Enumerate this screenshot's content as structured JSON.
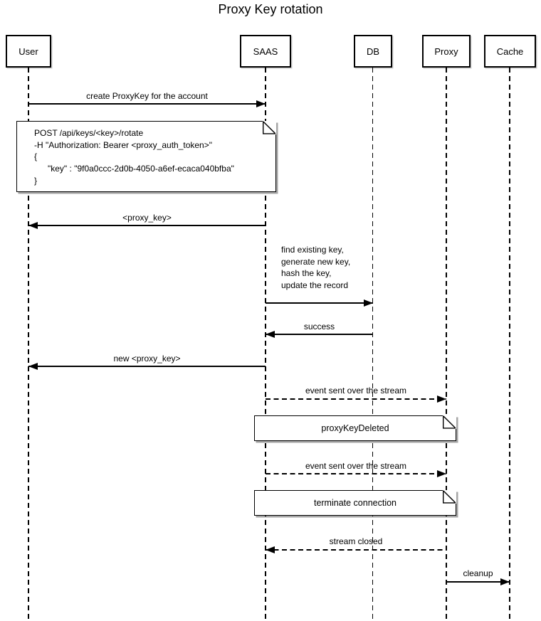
{
  "title": "Proxy Key rotation",
  "colors": {
    "line": "#000000",
    "background": "#ffffff"
  },
  "actors": [
    {
      "id": "user",
      "name": "User"
    },
    {
      "id": "saas",
      "name": "SAAS"
    },
    {
      "id": "db",
      "name": "DB"
    },
    {
      "id": "proxy",
      "name": "Proxy"
    },
    {
      "id": "cache",
      "name": "Cache"
    }
  ],
  "messages": [
    {
      "from": "User",
      "to": "SAAS",
      "style": "solid",
      "label": "create ProxyKey for the account"
    },
    {
      "from": "SAAS",
      "to": "User",
      "style": "solid",
      "label": "<proxy_key>"
    },
    {
      "from": "SAAS",
      "to": "DB",
      "style": "solid",
      "label_lines": [
        "find existing key,",
        "generate new key,",
        "hash the key,",
        "update the record"
      ]
    },
    {
      "from": "DB",
      "to": "SAAS",
      "style": "solid",
      "label": "success"
    },
    {
      "from": "SAAS",
      "to": "User",
      "style": "solid",
      "label": "new <proxy_key>"
    },
    {
      "from": "SAAS",
      "to": "Proxy",
      "style": "dashed",
      "label": "event sent over the stream"
    },
    {
      "from": "SAAS",
      "to": "Proxy",
      "style": "dashed",
      "label": "event sent over the stream"
    },
    {
      "from": "Proxy",
      "to": "SAAS",
      "style": "dashed",
      "label": "stream closed"
    },
    {
      "from": "Proxy",
      "to": "Cache",
      "style": "solid",
      "label": "cleanup"
    }
  ],
  "notes": [
    {
      "over": "User,SAAS",
      "lines": [
        "POST /api/keys/<key>/rotate",
        "-H \"Authorization: Bearer <proxy_auth_token>\"",
        "{",
        "\"key\" : \"9f0a0ccc-2d0b-4050-a6ef-ecaca040bfba\"",
        "}"
      ]
    },
    {
      "over": "SAAS,Proxy",
      "text": "proxyKeyDeleted"
    },
    {
      "over": "SAAS,Proxy",
      "text": "terminate connection"
    }
  ]
}
